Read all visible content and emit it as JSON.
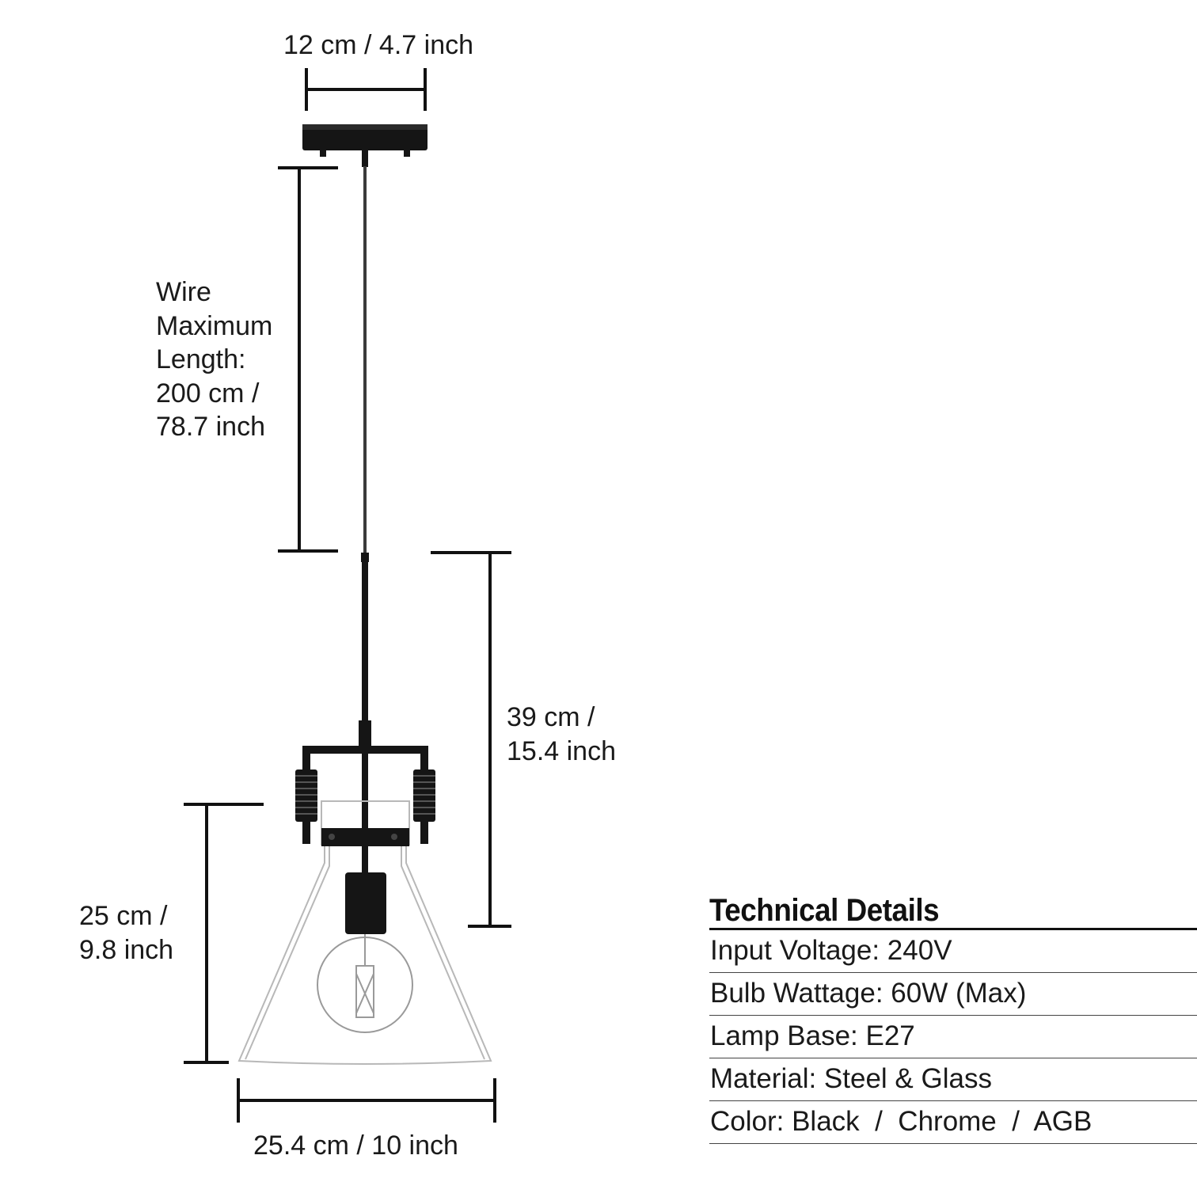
{
  "dimensions": {
    "canopy_width": "12 cm / 4.7 inch",
    "wire_length": "Wire\nMaximum\nLength:\n200 cm /\n78.7 inch",
    "fixture_height": "39 cm /\n15.4 inch",
    "shade_height": "25 cm /\n9.8 inch",
    "shade_width": "25.4 cm / 10 inch"
  },
  "technical_details": {
    "title": "Technical Details",
    "rows": [
      "Input Voltage: 240V",
      "Bulb Wattage: 60W (Max)",
      "Lamp Base: E27",
      "Material: Steel & Glass",
      "Color: Black  /  Chrome  /  AGB"
    ]
  },
  "colors": {
    "fixture": "#111111",
    "glass_outline": "#b8b8b8",
    "text": "#1a1a1a"
  }
}
